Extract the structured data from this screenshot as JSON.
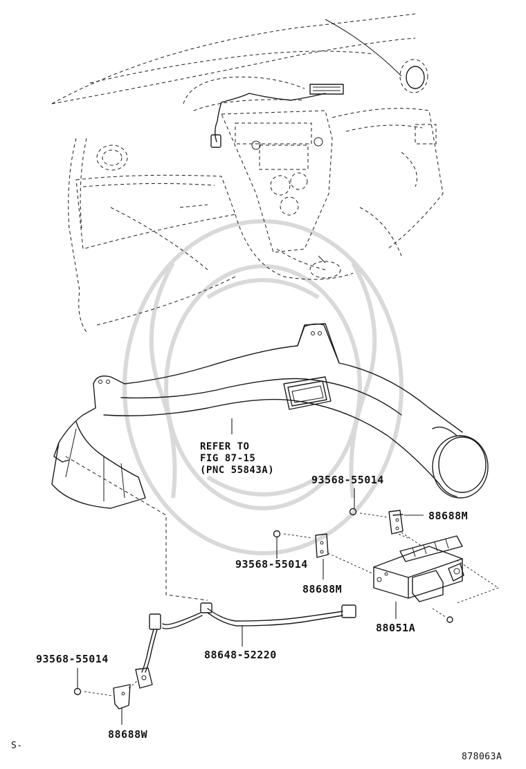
{
  "figure": {
    "page_prefix": "S-",
    "figure_code": "878063A"
  },
  "callouts": {
    "refer_note": "REFER TO\nFIG 87-15\n(PNC 55843A)",
    "screw_top": "93568-55014",
    "bracket_top": "88688M",
    "screw_mid": "93568-55014",
    "bracket_mid": "88688M",
    "sensor": "88051A",
    "wire_harness": "88648-52220",
    "screw_bottom": "93568-55014",
    "bracket_bottom": "88688W"
  }
}
